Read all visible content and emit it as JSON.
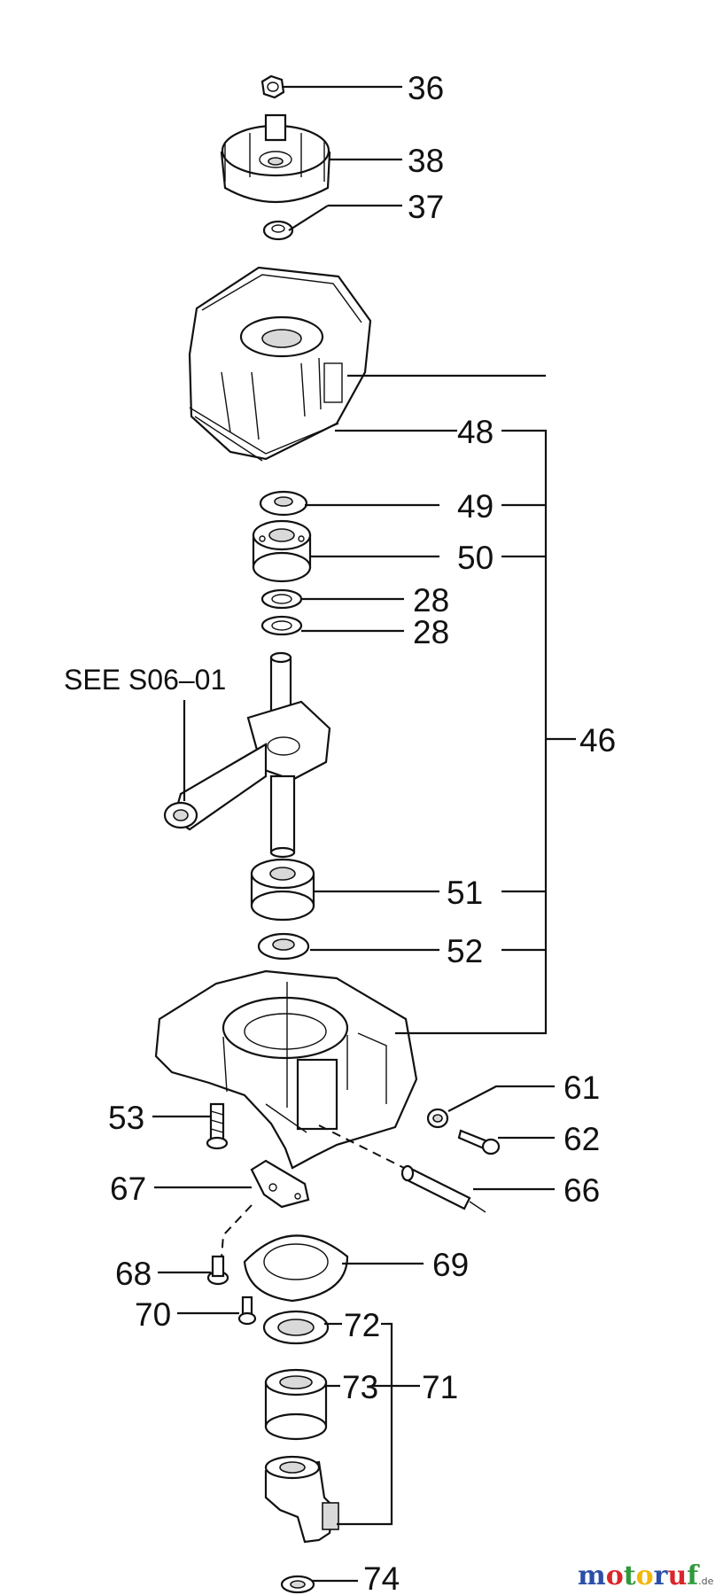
{
  "callouts": {
    "c36": "36",
    "c38": "38",
    "c37": "37",
    "c48": "48",
    "c49": "49",
    "c50": "50",
    "c28a": "28",
    "c28b": "28",
    "c46": "46",
    "c51": "51",
    "c52": "52",
    "c53": "53",
    "c61": "61",
    "c62": "62",
    "c66": "66",
    "c67": "67",
    "c68": "68",
    "c69": "69",
    "c70": "70",
    "c72": "72",
    "c73": "73",
    "c71": "71",
    "c74": "74"
  },
  "reference_note": "SEE S06–01",
  "watermark": {
    "letters": [
      "m",
      "o",
      "t",
      "o",
      "r",
      "u",
      "f"
    ],
    "letter_colors": [
      "#2b4fa8",
      "#d9262c",
      "#2f9a3a",
      "#f2b705",
      "#2b4fa8",
      "#d9262c",
      "#2f9a3a"
    ],
    "suffix": ".de"
  }
}
